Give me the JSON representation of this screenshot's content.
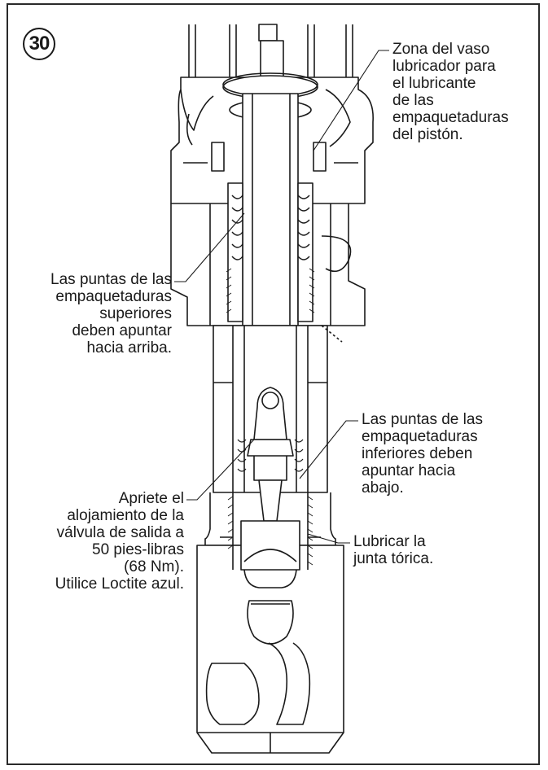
{
  "step_number": "30",
  "callouts": {
    "lubricator_zone": [
      "Zona del vaso",
      "lubricador para",
      "el lubricante",
      "de las",
      "empaquetaduras",
      "del pistón."
    ],
    "upper_packings": [
      "Las puntas de las",
      "empaquetaduras",
      "superiores",
      "deben apuntar",
      "hacia arriba."
    ],
    "lower_packings": [
      "Las puntas de las",
      "empaquetaduras",
      "inferiores deben",
      "apuntar hacia",
      "abajo."
    ],
    "outlet_valve": [
      "Apriete el",
      "alojamiento de la",
      "válvula de salida a",
      "50 pies-libras",
      "(68 Nm).",
      "Utilice Loctite azul."
    ],
    "o_ring": [
      "Lubricar la",
      "junta tórica."
    ]
  },
  "colors": {
    "line": "#1a1a1a",
    "fill": "#ffffff",
    "shade": "#e6e6e6"
  }
}
